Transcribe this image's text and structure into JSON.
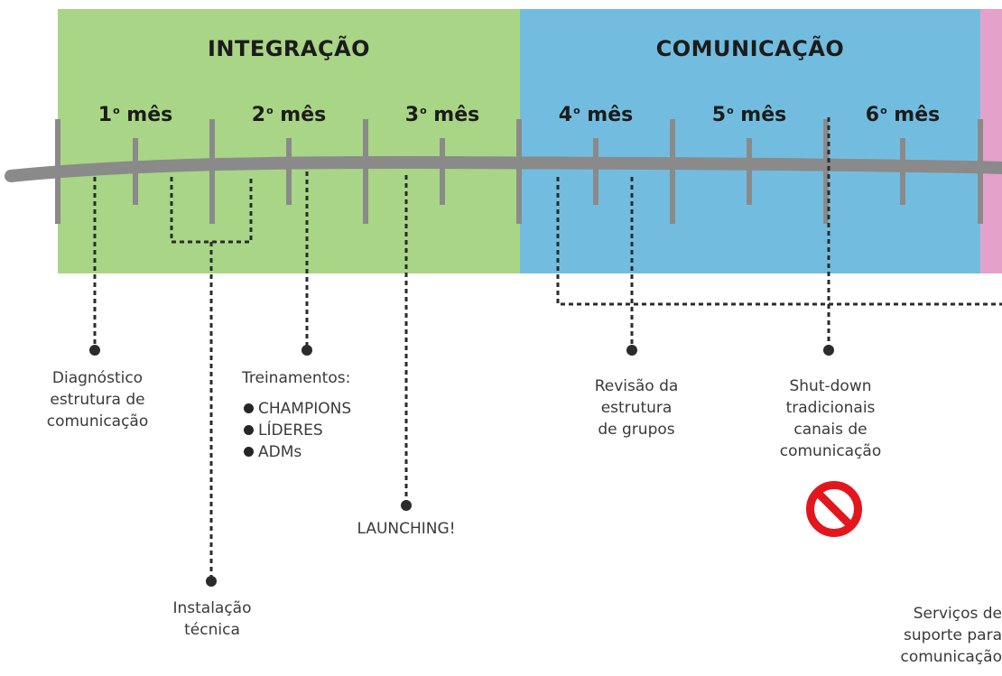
{
  "colors": {
    "integration": "#a9d586",
    "communication": "#72bddf",
    "next_phase": "#e4a1c9",
    "timeline": "#8a8a8a",
    "dotted": "#2b2b2b",
    "prohibited": "#e3161e"
  },
  "phases": [
    {
      "title": "INTEGRAÇÃO"
    },
    {
      "title": "COMUNICAÇÃO"
    }
  ],
  "months": [
    {
      "num": "1",
      "sup": "o",
      "word": "mês"
    },
    {
      "num": "2",
      "sup": "o",
      "word": "mês"
    },
    {
      "num": "3",
      "sup": "o",
      "word": "mês"
    },
    {
      "num": "4",
      "sup": "o",
      "word": "mês"
    },
    {
      "num": "5",
      "sup": "o",
      "word": "mês"
    },
    {
      "num": "6",
      "sup": "o",
      "word": "mês"
    }
  ],
  "milestones": {
    "diagnostico": "Diagnóstico\nestrutura de\ncomunicação",
    "instalacao": "Instalação\ntécnica",
    "treinamentos_title": "Treinamentos:",
    "treinamentos_items": [
      "CHAMPIONS",
      "LÍDERES",
      "ADMs"
    ],
    "launching": "LAUNCHING!",
    "revisao": "Revisão da\nestrutura\nde grupos",
    "shutdown": "Shut-down\ntradicionais\ncanais de\ncomunicação",
    "servicos": "Serviços de\nsuporte para\ncomunicação"
  },
  "icons": {
    "prohibited": "prohibited-icon"
  }
}
